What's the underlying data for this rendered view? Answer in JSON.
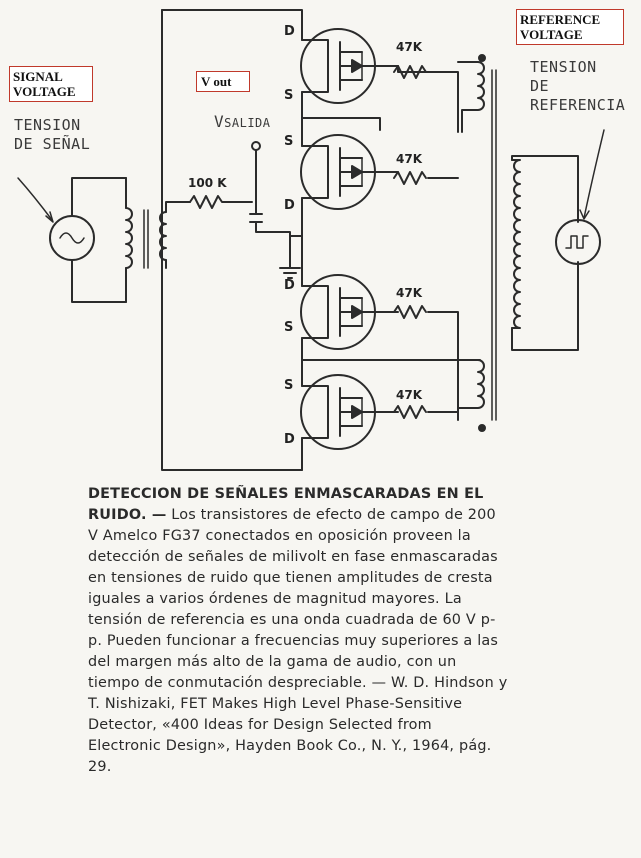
{
  "labels": {
    "signal_box": [
      "SIGNAL",
      "VOLTAGE"
    ],
    "reference_box": [
      "REFERENCE",
      "VOLTAGE"
    ],
    "vout_box": "V out",
    "tension_senal": [
      "TENSION",
      "DE SEÑAL"
    ],
    "tension_referencia": [
      "TENSION",
      "DE",
      "REFERENCIA"
    ],
    "v_salida_main": "V",
    "v_salida_sub": "SALIDA",
    "resistor_input": "100 K",
    "resistor_fet": "47K",
    "pin_d": "D",
    "pin_s": "S"
  },
  "caption": {
    "title": "DETECCION DE SEÑALES ENMASCARADAS EN EL RUIDO. —",
    "body": " Los transistores de efecto de campo de 200 V Amelco FG37 conectados en oposición proveen la detección de señales de milivolt en fase enmascaradas en tensiones de ruido que tienen amplitudes de cresta iguales a varios órdenes de magnitud mayores. La tensión de referencia es una onda cuadrada de 60 V p-p. Pueden funcionar a frecuencias muy superiores a las del margen más alto de la gama de audio, con un tiempo de conmutación despreciable. — W. D. Hindson y T. Nishizaki, FET Makes High Level Phase-Sensitive Detector, «400 Ideas for Design Selected from Electronic Design», Hayden Book Co., N. Y., 1964, pág. 29."
  },
  "colors": {
    "ink": "#2b2b2b",
    "paper": "#f7f6f2",
    "box_border": "#c0392b"
  }
}
